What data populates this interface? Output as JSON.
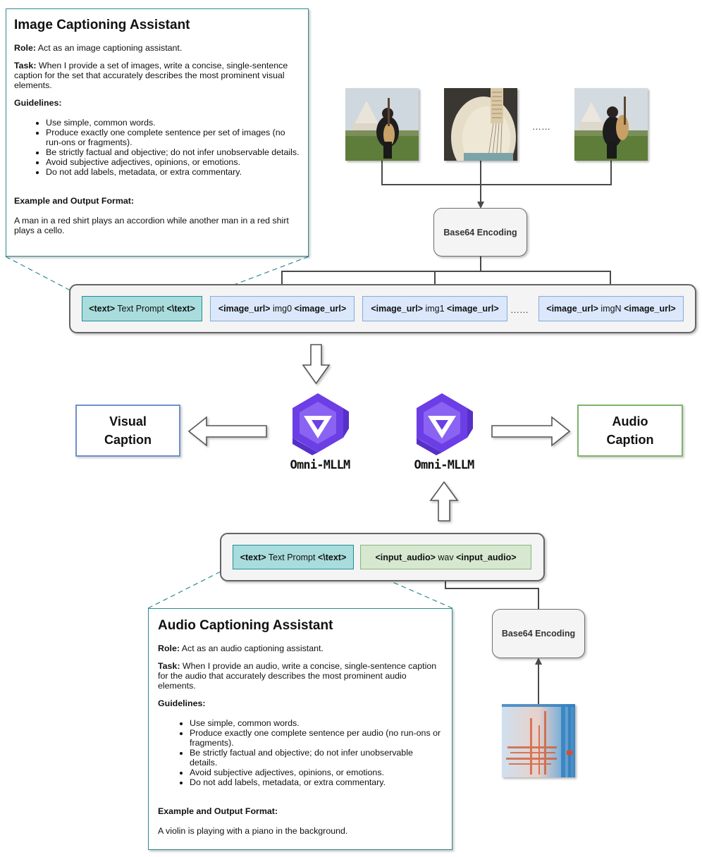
{
  "image_prompt": {
    "title": "Image Captioning Assistant",
    "role_label": "Role:",
    "role_text": " Act as an image captioning assistant.",
    "task_label": "Task:",
    "task_text": " When I provide a set of images, write a concise, single-sentence caption for the set that accurately describes the most prominent visual elements.",
    "guidelines_label": "Guidelines:",
    "guidelines": [
      "Use simple, common words.",
      "Produce exactly one complete sentence per set of images (no run-ons or fragments).",
      "Be strictly factual and objective; do not infer unobservable details.",
      "Avoid subjective adjectives, opinions, or emotions.",
      "Do not add labels, metadata, or extra commentary."
    ],
    "example_label": "Example and Output Format:",
    "example_text": "A man in a red shirt plays an accordion while another man in a red shirt plays a cello."
  },
  "audio_prompt": {
    "title": "Audio Captioning Assistant",
    "role_label": "Role:",
    "role_text": " Act as an audio captioning assistant.",
    "task_label": "Task:",
    "task_text": " When I provide an audio, write a concise, single-sentence caption for the audio that accurately describes the most prominent audio elements.",
    "guidelines_label": "Guidelines:",
    "guidelines": [
      "Use simple, common words.",
      "Produce exactly one complete sentence per audio (no run-ons or fragments).",
      "Be strictly factual and objective; do not infer unobservable details.",
      "Avoid subjective adjectives, opinions, or emotions.",
      "Do not add labels, metadata, or extra commentary."
    ],
    "example_label": "Example and Output Format:",
    "example_text": "A violin is playing with a piano in the background."
  },
  "image_row": {
    "text_token": {
      "open": "<text>",
      "middle": " Text Prompt ",
      "close": "<\\text>"
    },
    "image_tokens": [
      {
        "open": "<image_url>",
        "middle": " img0 ",
        "close": "<image_url>"
      },
      {
        "open": "<image_url>",
        "middle": " img1 ",
        "close": "<image_url>"
      },
      {
        "open": "<image_url>",
        "middle": " imgN ",
        "close": "<image_url>"
      }
    ],
    "ellipsis": "……"
  },
  "audio_row": {
    "text_token": {
      "open": "<text>",
      "middle": " Text Prompt ",
      "close": "<\\text>"
    },
    "audio_token": {
      "open": "<input_audio>",
      "middle": " wav ",
      "close": "<input_audio>"
    }
  },
  "image_frames_ellipsis": "……",
  "encoding_image": "Base64 Encoding",
  "encoding_audio": "Base64 Encoding",
  "model_left": "Omni-MLLM",
  "model_right": "Omni-MLLM",
  "visual_caption": {
    "line1": "Visual",
    "line2": "Caption"
  },
  "audio_caption": {
    "line1": "Audio",
    "line2": "Caption"
  },
  "colors": {
    "teal_token": "#a9dcdc",
    "blue_token": "#dbe8fb",
    "green_token": "#d6e8d0",
    "prompt_border": "#2e8a94",
    "logo_purple": "#6c3ee6"
  }
}
